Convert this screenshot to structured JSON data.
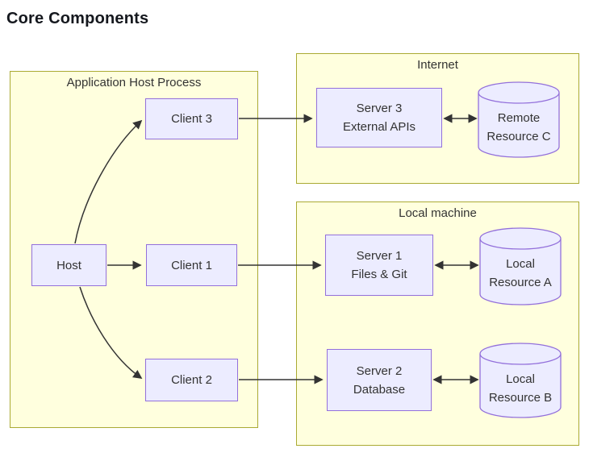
{
  "title": "Core Components",
  "containers": {
    "app": {
      "label": "Application Host Process"
    },
    "internet": {
      "label": "Internet"
    },
    "local": {
      "label": "Local machine"
    }
  },
  "nodes": {
    "host": {
      "label": "Host"
    },
    "client3": {
      "label": "Client 3"
    },
    "client1": {
      "label": "Client 1"
    },
    "client2": {
      "label": "Client 2"
    },
    "server3": {
      "line1": "Server 3",
      "line2": "External APIs"
    },
    "server1": {
      "line1": "Server 1",
      "line2": "Files & Git"
    },
    "server2": {
      "line1": "Server 2",
      "line2": "Database"
    },
    "resourceC": {
      "line1": "Remote",
      "line2": "Resource C"
    },
    "resourceA": {
      "line1": "Local",
      "line2": "Resource A"
    },
    "resourceB": {
      "line1": "Local",
      "line2": "Resource B"
    }
  },
  "edges": [
    {
      "from": "Host",
      "to": "Client 3",
      "bidirectional": false
    },
    {
      "from": "Host",
      "to": "Client 1",
      "bidirectional": false
    },
    {
      "from": "Host",
      "to": "Client 2",
      "bidirectional": false
    },
    {
      "from": "Client 3",
      "to": "Server 3",
      "bidirectional": false
    },
    {
      "from": "Client 1",
      "to": "Server 1",
      "bidirectional": false
    },
    {
      "from": "Client 2",
      "to": "Server 2",
      "bidirectional": false
    },
    {
      "from": "Server 3",
      "to": "Remote Resource C",
      "bidirectional": true
    },
    {
      "from": "Server 1",
      "to": "Local Resource A",
      "bidirectional": true
    },
    {
      "from": "Server 2",
      "to": "Local Resource B",
      "bidirectional": true
    }
  ],
  "colors": {
    "node_fill": "#ECECFF",
    "node_border": "#9370DB",
    "container_fill": "#FFFFDE",
    "container_border": "#AAAA33",
    "edge": "#333333",
    "text": "#333333",
    "title_text": "#15181E"
  }
}
